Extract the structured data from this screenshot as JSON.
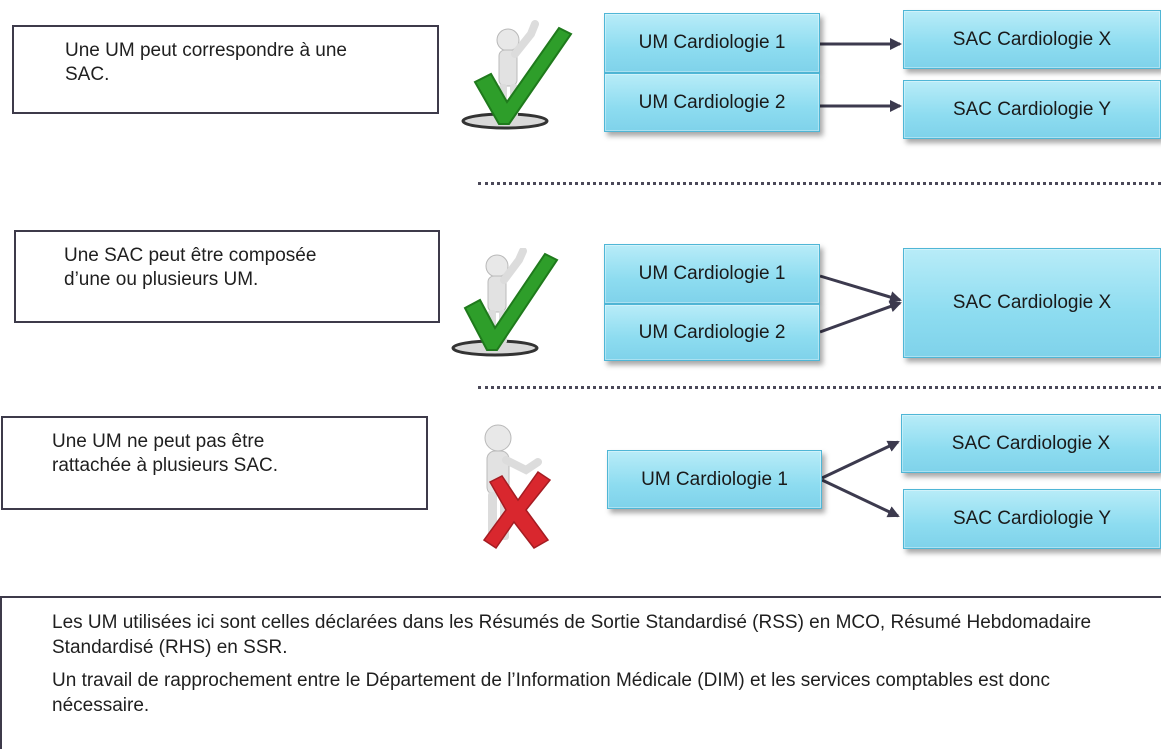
{
  "rules": [
    {
      "lines": [
        "Une UM peut correspondre à une",
        "SAC."
      ],
      "verdict": "valid"
    },
    {
      "lines": [
        "Une SAC peut être composée",
        "d’une ou plusieurs UM."
      ],
      "verdict": "valid"
    },
    {
      "lines": [
        "Une UM ne peut pas être",
        "rattachée à plusieurs SAC."
      ],
      "verdict": "invalid"
    }
  ],
  "examples": [
    {
      "sources": [
        "UM Cardiologie 1",
        "UM Cardiologie 2"
      ],
      "targets": [
        "SAC Cardiologie X",
        "SAC Cardiologie Y"
      ]
    },
    {
      "sources": [
        "UM Cardiologie 1",
        "UM Cardiologie 2"
      ],
      "targets": [
        "SAC Cardiologie X"
      ]
    },
    {
      "sources": [
        "UM Cardiologie 1"
      ],
      "targets": [
        "SAC Cardiologie X",
        "SAC Cardiologie Y"
      ]
    }
  ],
  "note": {
    "paragraph1": "Les UM utilisées ici sont celles déclarées dans les Résumés de Sortie Standardisé (RSS) en MCO, Résumé Hebdomadaire Standardisé (RHS) en SSR.",
    "paragraph2": "Un travail de rapprochement entre le Département de l’Information Médicale (DIM) et les services comptables est donc nécessaire."
  },
  "colors": {
    "node_fill": "#8ddcf0",
    "check": "#2e9e2a",
    "cross": "#d9272e",
    "arrow": "#3c3a4e"
  },
  "icons": {
    "valid": "figure-checkmark-icon",
    "invalid": "figure-cross-icon"
  }
}
